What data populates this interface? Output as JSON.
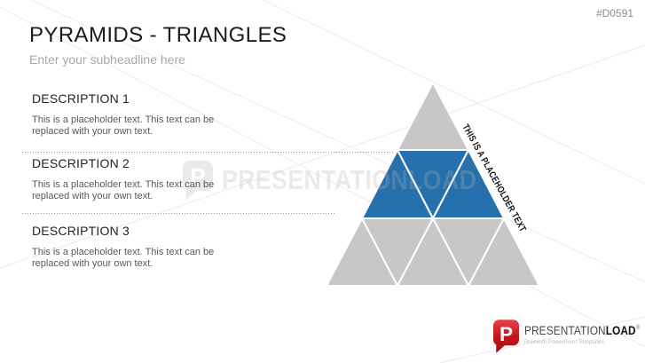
{
  "slide": {
    "code": "#D0591"
  },
  "header": {
    "title": "PYRAMIDS - TRIANGLES",
    "subheadline": "Enter your subheadline here"
  },
  "descriptions": [
    {
      "heading": "DESCRIPTION 1",
      "body": "This is a placeholder text. This text can be replaced with your own text."
    },
    {
      "heading": "DESCRIPTION 2",
      "body": "This is a placeholder text. This text can be replaced with your own text."
    },
    {
      "heading": "DESCRIPTION 3",
      "body": "This is a placeholder text. This text can be replaced with your own text."
    }
  ],
  "pyramid": {
    "label": "THIS IS A PLACEHOLDER TEXT",
    "highlight_color": "#2670AD",
    "base_color": "#C7C7C7",
    "rows": [
      {
        "name": "top",
        "segments": 1,
        "highlighted": false
      },
      {
        "name": "middle",
        "segments": 3,
        "highlighted": true
      },
      {
        "name": "bottom",
        "segments": 5,
        "highlighted": false
      }
    ]
  },
  "watermark": {
    "brand": "PRESENTATIONLOAD",
    "p_letter": "P"
  },
  "logo": {
    "p_letter": "P",
    "name_regular": "PRESENTATION",
    "name_bold": "LOAD",
    "registered_mark": "®",
    "tagline": "Premium PowerPoint Templates",
    "red": "#C4161C"
  }
}
